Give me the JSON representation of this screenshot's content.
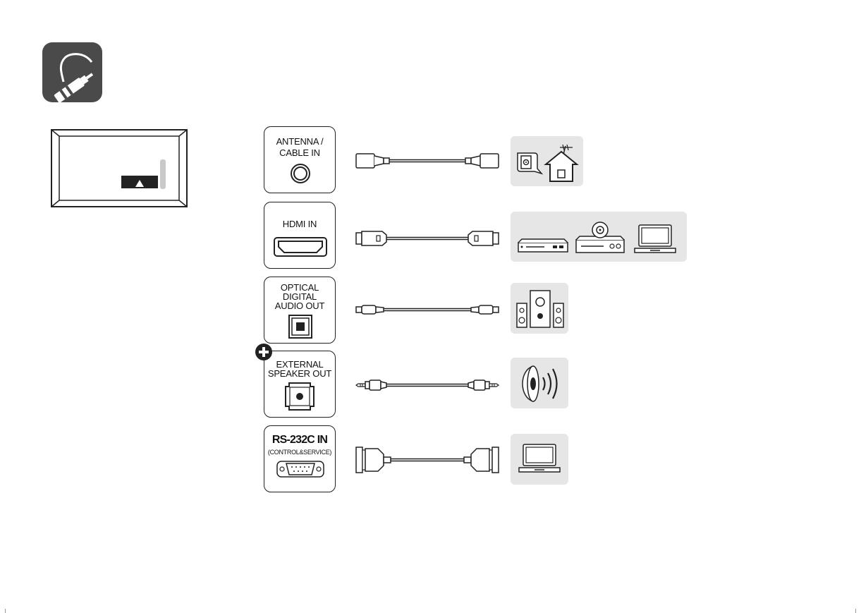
{
  "ports": [
    {
      "label_lines": [
        "ANTENNA /",
        "CABLE IN"
      ],
      "icon": "coaxial-jack-icon",
      "cable": "coaxial-cable",
      "devices": [
        "wall-antenna-outlet-icon",
        "house-antenna-icon"
      ]
    },
    {
      "label_lines": [
        "HDMI IN"
      ],
      "icon": "hdmi-port-icon",
      "cable": "hdmi-cable",
      "devices": [
        "blu-ray-player-icon",
        "dvd-player-icon",
        "laptop-icon"
      ]
    },
    {
      "label_lines": [
        "OPTICAL",
        "DIGITAL",
        "AUDIO OUT"
      ],
      "icon": "optical-port-icon",
      "cable": "optical-cable",
      "devices": [
        "speaker-system-icon"
      ]
    },
    {
      "label_lines": [
        "EXTERNAL",
        "SPEAKER OUT"
      ],
      "icon": "headphone-jack-icon",
      "cable": "stereo-mini-jack-cable",
      "devices": [
        "speaker-sound-icon"
      ]
    },
    {
      "label_lines": [
        "RS-232C IN",
        "(CONTROL&SERVICE)"
      ],
      "icon": "d-sub-port-icon",
      "cable": "rs232c-cable",
      "devices": [
        "laptop-icon"
      ]
    }
  ],
  "colors": {
    "icon_bg": "#4a4a4a",
    "panel_bg": "#e6e6e6",
    "line": "#222222",
    "accent_gray": "#c9c9c9"
  }
}
